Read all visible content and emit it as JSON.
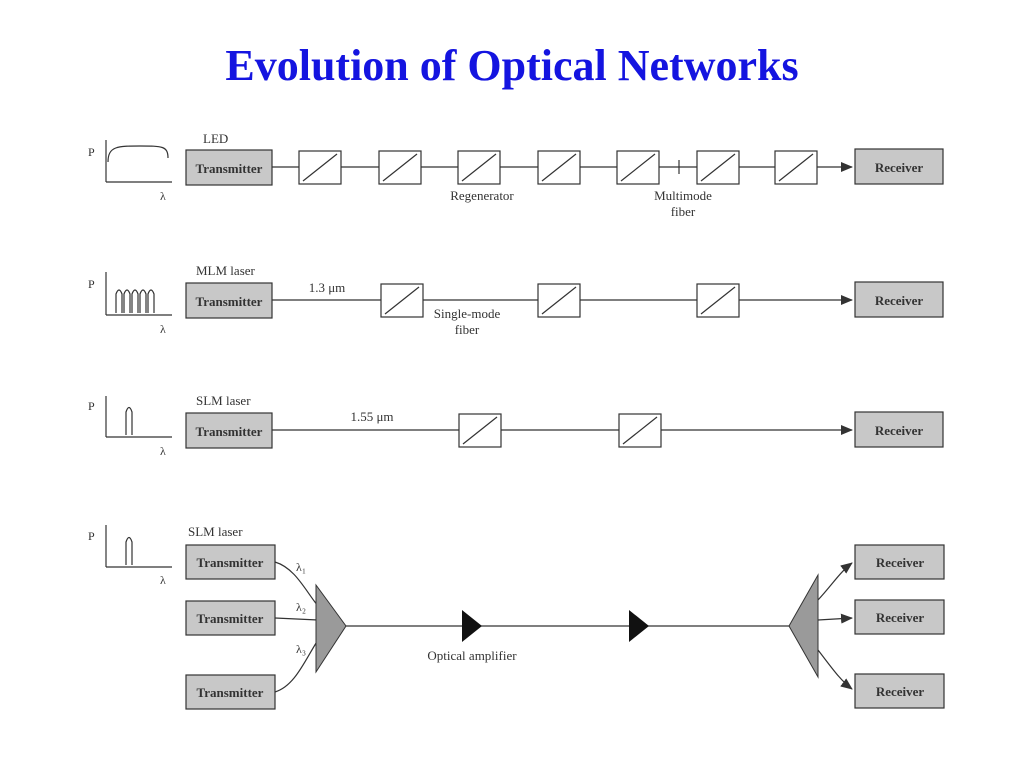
{
  "slide": {
    "title": "Evolution of Optical Networks"
  },
  "colors": {
    "title": "#1414e0",
    "box_fill": "#c8c8c8",
    "line": "#333333"
  },
  "axes": {
    "y_label": "P",
    "x_label": "λ"
  },
  "rows": [
    {
      "source_label": "LED",
      "transmitter": "Transmitter",
      "receiver": "Receiver",
      "spectrum": "broad",
      "labels": {
        "regenerator": "Regenerator",
        "fiber_line1": "Multimode",
        "fiber_line2": "fiber"
      }
    },
    {
      "source_label": "MLM laser",
      "transmitter": "Transmitter",
      "receiver": "Receiver",
      "spectrum": "multi-mode",
      "wavelength": "1.3 μm",
      "labels": {
        "fiber_line1": "Single-mode",
        "fiber_line2": "fiber"
      }
    },
    {
      "source_label": "SLM laser",
      "transmitter": "Transmitter",
      "receiver": "Receiver",
      "spectrum": "single-mode",
      "wavelength": "1.55 μm"
    },
    {
      "source_label": "SLM laser",
      "spectrum": "single-mode",
      "transmitters": [
        "Transmitter",
        "Transmitter",
        "Transmitter"
      ],
      "wavelengths": [
        "λ₁",
        "λ₂",
        "λ₃"
      ],
      "receivers": [
        "Receiver",
        "Receiver",
        "Receiver"
      ],
      "amplifier_label": "Optical amplifier"
    }
  ]
}
